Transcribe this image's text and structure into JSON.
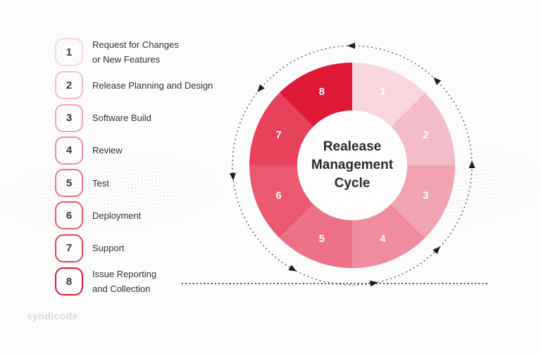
{
  "brand": {
    "name": "syndicode",
    "color": "#d9d9d9"
  },
  "steps": [
    {
      "num": "1",
      "label": "Request for Changes\nor New Features",
      "border": "#f8d6dd"
    },
    {
      "num": "2",
      "label": "Release Planning and Design",
      "border": "#f4bcc8"
    },
    {
      "num": "3",
      "label": "Software Build",
      "border": "#f1a3b2"
    },
    {
      "num": "4",
      "label": "Review",
      "border": "#ef8c9e"
    },
    {
      "num": "5",
      "label": "Test",
      "border": "#ed7288"
    },
    {
      "num": "6",
      "label": "Deployment",
      "border": "#ea596f"
    },
    {
      "num": "7",
      "label": "Support",
      "border": "#e7415b"
    },
    {
      "num": "8",
      "label": "Issue Reporting\nand Collection",
      "border": "#e01837"
    }
  ],
  "diagram": {
    "center_title": "Realease\nManagement\nCycle",
    "number_color": "#ffffff",
    "dotted_ring_color": "#4a4a4a",
    "segments": [
      {
        "num": "1",
        "color": "#f8d6dd"
      },
      {
        "num": "2",
        "color": "#f4bcc8"
      },
      {
        "num": "3",
        "color": "#f1a3b2"
      },
      {
        "num": "4",
        "color": "#ef8c9e"
      },
      {
        "num": "5",
        "color": "#ed7288"
      },
      {
        "num": "6",
        "color": "#ea596f"
      },
      {
        "num": "7",
        "color": "#e7415b"
      },
      {
        "num": "8",
        "color": "#e01837"
      }
    ]
  }
}
